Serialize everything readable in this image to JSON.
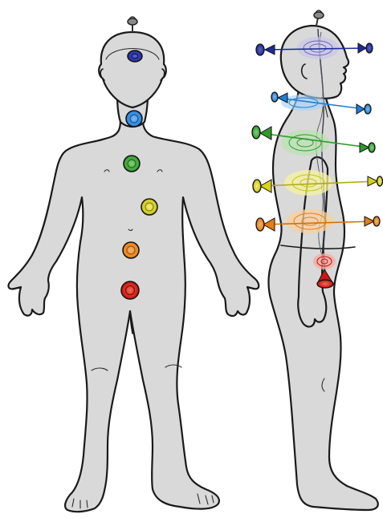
{
  "diagram": {
    "figures": [
      {
        "name": "front-view"
      },
      {
        "name": "side-view"
      }
    ],
    "chakras": [
      {
        "id": "crown",
        "color": "#9e9e9e"
      },
      {
        "id": "third-eye",
        "color": "#1f2a9a"
      },
      {
        "id": "throat",
        "color": "#1e7fd6"
      },
      {
        "id": "heart",
        "color": "#2e9a2a"
      },
      {
        "id": "solar-plexus",
        "color": "#d8d21a"
      },
      {
        "id": "sacral",
        "color": "#e57d14"
      },
      {
        "id": "root",
        "color": "#d0160f"
      }
    ]
  }
}
